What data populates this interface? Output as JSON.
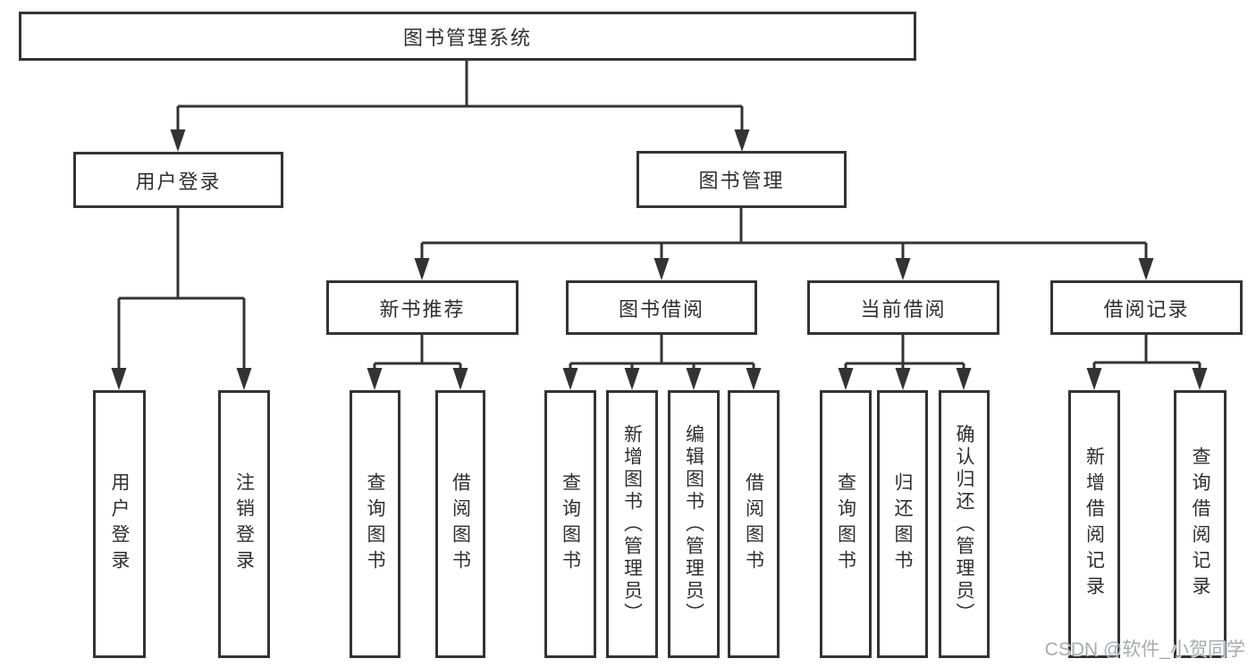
{
  "diagram": {
    "root": {
      "label": "图书管理系统"
    },
    "user_login": {
      "label": "用户登录",
      "children": [
        {
          "label": "用户登录"
        },
        {
          "label": "注销登录"
        }
      ]
    },
    "book_management": {
      "label": "图书管理",
      "modules": [
        {
          "label": "新书推荐",
          "children": [
            {
              "label": "查询图书"
            },
            {
              "label": "借阅图书"
            }
          ]
        },
        {
          "label": "图书借阅",
          "children": [
            {
              "label": "查询图书"
            },
            {
              "label": "新增图书（管理员）"
            },
            {
              "label": "编辑图书（管理员）"
            },
            {
              "label": "借阅图书"
            }
          ]
        },
        {
          "label": "当前借阅",
          "children": [
            {
              "label": "查询图书"
            },
            {
              "label": "归还图书"
            },
            {
              "label": "确认归还（管理员）"
            }
          ]
        },
        {
          "label": "借阅记录",
          "children": [
            {
              "label": "新增借阅记录"
            },
            {
              "label": "查询借阅记录"
            }
          ]
        }
      ]
    }
  },
  "colors": {
    "line": "#333333",
    "text": "#2f2f2f",
    "background": "#ffffff",
    "watermark": "#a3a6aa"
  },
  "watermark": {
    "text": "CSDN @软件_小贺同学"
  }
}
